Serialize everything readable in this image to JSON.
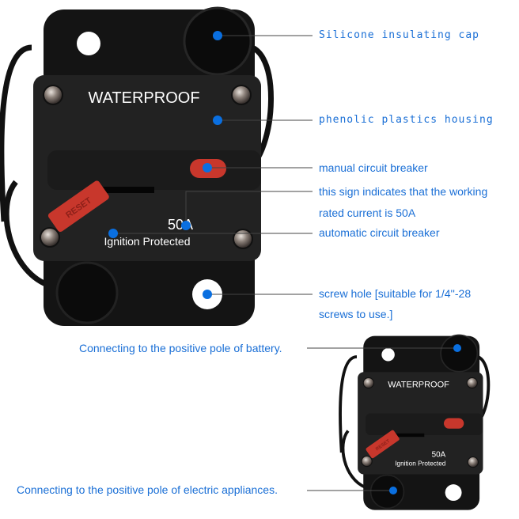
{
  "product": {
    "housing_text": "WATERPROOF",
    "rating_text": "50A",
    "subtitle_text": "Ignition Protected",
    "lever_text": "RESET",
    "colors": {
      "body": "#141414",
      "housing": "#222222",
      "red": "#c8372c",
      "label": "#1a6fd6",
      "dot": "#0a6fe0"
    }
  },
  "annotations": [
    {
      "text": "Silicone insulating cap"
    },
    {
      "text": "phenolic plastics housing"
    },
    {
      "text": "manual circuit breaker"
    },
    {
      "text": "this sign indicates that the working rated current is 50A",
      "line1": "this sign indicates that the working",
      "line2": "rated current is 50A"
    },
    {
      "text": "automatic circuit breaker"
    },
    {
      "text": "screw hole [suitable for 1/4''-28 screws to use.]",
      "line1": "screw hole [suitable for 1/4''-28",
      "line2": "screws to use.]"
    }
  ],
  "connections": [
    {
      "text": "Connecting to the positive pole of battery."
    },
    {
      "text": "Connecting to the positive pole of electric appliances."
    }
  ]
}
